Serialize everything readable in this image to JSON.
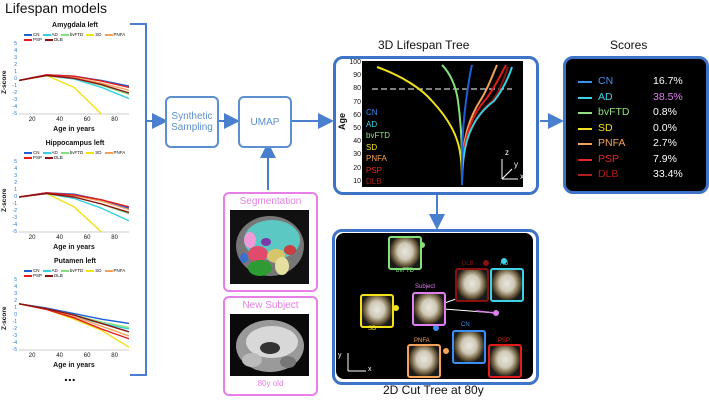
{
  "titles": {
    "lifespan_models": "Lifespan models",
    "tree_3d": "3D Lifespan Tree",
    "scores": "Scores",
    "cut_tree": "2D Cut Tree at 80y",
    "ellipsis": "..."
  },
  "charts": {
    "legend": [
      "CN",
      "AD",
      "bvFTD",
      "SD",
      "PNFA",
      "PSP",
      "DLB"
    ],
    "yticks": [
      "5",
      "4",
      "3",
      "2",
      "1",
      "0",
      "-1",
      "-2",
      "-3",
      "-4",
      "-5"
    ],
    "xticks": [
      "20",
      "40",
      "60",
      "80"
    ],
    "ylabel": "Z-score",
    "xlabel": "Age in years",
    "colors": {
      "CN": "#1f5fd6",
      "AD": "#35d0e0",
      "bvFTD": "#84e07a",
      "SD": "#f2e01b",
      "PNFA": "#f5a25a",
      "PSP": "#e21c1c",
      "DLB": "#8b1010"
    }
  },
  "chart_data": [
    {
      "type": "line",
      "title": "Amygdala left",
      "xlabel": "Age in years",
      "ylabel": "Z-score",
      "xlim": [
        10,
        90
      ],
      "ylim": [
        -5,
        5
      ],
      "series": [
        {
          "name": "CN",
          "x": [
            10,
            30,
            50,
            70,
            90
          ],
          "y": [
            -0.2,
            0.6,
            0.4,
            -0.2,
            -1.0
          ]
        },
        {
          "name": "AD",
          "x": [
            10,
            30,
            50,
            70,
            90
          ],
          "y": [
            -0.2,
            0.5,
            0.0,
            -1.2,
            -2.8
          ]
        },
        {
          "name": "bvFTD",
          "x": [
            10,
            30,
            50,
            70,
            90
          ],
          "y": [
            -0.2,
            0.5,
            0.1,
            -0.9,
            -2.2
          ]
        },
        {
          "name": "SD",
          "x": [
            10,
            30,
            50,
            70
          ],
          "y": [
            -0.2,
            0.5,
            -1.2,
            -5.0
          ]
        },
        {
          "name": "PNFA",
          "x": [
            10,
            30,
            50,
            70,
            90
          ],
          "y": [
            -0.2,
            0.5,
            0.2,
            -0.6,
            -1.6
          ]
        },
        {
          "name": "PSP",
          "x": [
            10,
            30,
            50,
            70,
            90
          ],
          "y": [
            -0.2,
            0.6,
            0.4,
            -0.3,
            -1.2
          ]
        },
        {
          "name": "DLB",
          "x": [
            10,
            30,
            50,
            70,
            90
          ],
          "y": [
            -0.2,
            0.5,
            0.1,
            -0.8,
            -2.0
          ]
        }
      ]
    },
    {
      "type": "line",
      "title": "Hippocampus left",
      "xlabel": "Age in years",
      "ylabel": "Z-score",
      "xlim": [
        10,
        90
      ],
      "ylim": [
        -5,
        5
      ],
      "series": [
        {
          "name": "CN",
          "x": [
            10,
            30,
            50,
            70,
            90
          ],
          "y": [
            0.0,
            0.6,
            0.4,
            -0.4,
            -1.6
          ]
        },
        {
          "name": "AD",
          "x": [
            10,
            30,
            50,
            70,
            90
          ],
          "y": [
            0.0,
            0.5,
            -0.2,
            -1.6,
            -3.4
          ]
        },
        {
          "name": "bvFTD",
          "x": [
            10,
            30,
            50,
            70,
            90
          ],
          "y": [
            0.0,
            0.5,
            0.0,
            -1.0,
            -2.4
          ]
        },
        {
          "name": "SD",
          "x": [
            10,
            30,
            50,
            70
          ],
          "y": [
            0.0,
            0.5,
            -1.4,
            -5.0
          ]
        },
        {
          "name": "PNFA",
          "x": [
            10,
            30,
            50,
            70,
            90
          ],
          "y": [
            0.0,
            0.5,
            0.2,
            -0.6,
            -1.8
          ]
        },
        {
          "name": "PSP",
          "x": [
            10,
            30,
            50,
            70,
            90
          ],
          "y": [
            0.0,
            0.6,
            0.3,
            -0.4,
            -1.4
          ]
        },
        {
          "name": "DLB",
          "x": [
            10,
            30,
            50,
            70,
            90
          ],
          "y": [
            0.0,
            0.5,
            0.0,
            -1.0,
            -2.2
          ]
        }
      ]
    },
    {
      "type": "line",
      "title": "Putamen left",
      "xlabel": "Age in years",
      "ylabel": "Z-score",
      "xlim": [
        10,
        90
      ],
      "ylim": [
        -5,
        5
      ],
      "series": [
        {
          "name": "CN",
          "x": [
            10,
            30,
            50,
            70,
            90
          ],
          "y": [
            1.6,
            1.0,
            0.2,
            -0.6,
            -1.2
          ]
        },
        {
          "name": "AD",
          "x": [
            10,
            30,
            50,
            70,
            90
          ],
          "y": [
            1.6,
            0.9,
            -0.2,
            -1.2,
            -2.0
          ]
        },
        {
          "name": "bvFTD",
          "x": [
            10,
            30,
            50,
            70,
            90
          ],
          "y": [
            1.6,
            0.9,
            0.0,
            -1.0,
            -1.8
          ]
        },
        {
          "name": "SD",
          "x": [
            10,
            30,
            50,
            70,
            90
          ],
          "y": [
            1.6,
            0.8,
            -0.6,
            -2.2,
            -4.6
          ]
        },
        {
          "name": "PNFA",
          "x": [
            10,
            30,
            50,
            70,
            90
          ],
          "y": [
            1.6,
            0.9,
            -0.2,
            -1.6,
            -3.0
          ]
        },
        {
          "name": "PSP",
          "x": [
            10,
            30,
            50,
            70,
            90
          ],
          "y": [
            1.6,
            0.8,
            -0.4,
            -2.0,
            -3.4
          ]
        },
        {
          "name": "DLB",
          "x": [
            10,
            30,
            50,
            70,
            90
          ],
          "y": [
            1.6,
            0.9,
            0.0,
            -1.2,
            -2.4
          ]
        }
      ]
    }
  ],
  "pipeline": {
    "synthetic_sampling": "Synthetic Sampling",
    "umap": "UMAP",
    "segmentation": "Segmentation",
    "new_subject": "New Subject",
    "age_caption": "80y old"
  },
  "tree3d": {
    "ylabel": "Age",
    "yticks": [
      "100",
      "90",
      "80",
      "70",
      "60",
      "50",
      "40",
      "30",
      "20",
      "10"
    ],
    "legend": [
      "CN",
      "AD",
      "bvFTD",
      "SD",
      "PNFA",
      "PSP",
      "DLB"
    ],
    "axes": {
      "z": "z",
      "y": "y",
      "x": "x"
    }
  },
  "scores": [
    {
      "label": "CN",
      "value": "16.7%",
      "color": "#3d8ef2",
      "value_color": "#ffffff"
    },
    {
      "label": "AD",
      "value": "38.5%",
      "color": "#3fd2e6",
      "value_color": "#e07ff0"
    },
    {
      "label": "bvFTD",
      "value": "0.8%",
      "color": "#8fe27e",
      "value_color": "#ffffff"
    },
    {
      "label": "SD",
      "value": "0.0%",
      "color": "#f3e11f",
      "value_color": "#ffffff"
    },
    {
      "label": "PNFA",
      "value": "2.7%",
      "color": "#f5a25a",
      "value_color": "#ffffff"
    },
    {
      "label": "PSP",
      "value": "7.9%",
      "color": "#e4262a",
      "value_color": "#ffffff"
    },
    {
      "label": "DLB",
      "value": "33.4%",
      "color": "#b21d1d",
      "value_color": "#ffffff"
    }
  ],
  "cut_tree": {
    "labels": {
      "bvftd": "bvFTD",
      "dlb": "DLB",
      "ad": "AD",
      "subject": "Subject",
      "sd": "SD",
      "cn": "CN",
      "pnfa": "PNFA",
      "psp": "PSP"
    },
    "axes": {
      "y": "y",
      "x": "x"
    }
  }
}
